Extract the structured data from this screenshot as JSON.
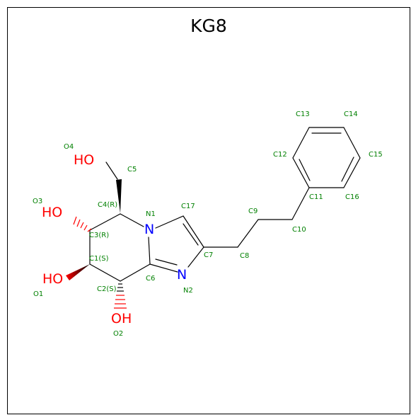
{
  "title": "KG8",
  "colors": {
    "bond": "#000000",
    "oxygen": "#ff0000",
    "nitrogen": "#0000ff",
    "atom_label": "#008000"
  },
  "hetero_atoms": {
    "ho_c5": "HO",
    "ho_c3": "HO",
    "ho_c1": "HO",
    "oh_c2": "OH",
    "n1": "N",
    "n2": "N"
  },
  "atom_labels": {
    "o4": "O4",
    "c5": "C5",
    "o3": "O3",
    "c4": "C4(R)",
    "n1": "N1",
    "c17": "C17",
    "c3": "C3(R)",
    "c1": "C1(S)",
    "o1": "O1",
    "c6": "C6",
    "c7": "C7",
    "n2": "N2",
    "c2": "C2(S)",
    "o2": "O2",
    "c8": "C8",
    "c9": "C9",
    "c10": "C10",
    "c11": "C11",
    "c12": "C12",
    "c13": "C13",
    "c14": "C14",
    "c15": "C15",
    "c16": "C16"
  }
}
